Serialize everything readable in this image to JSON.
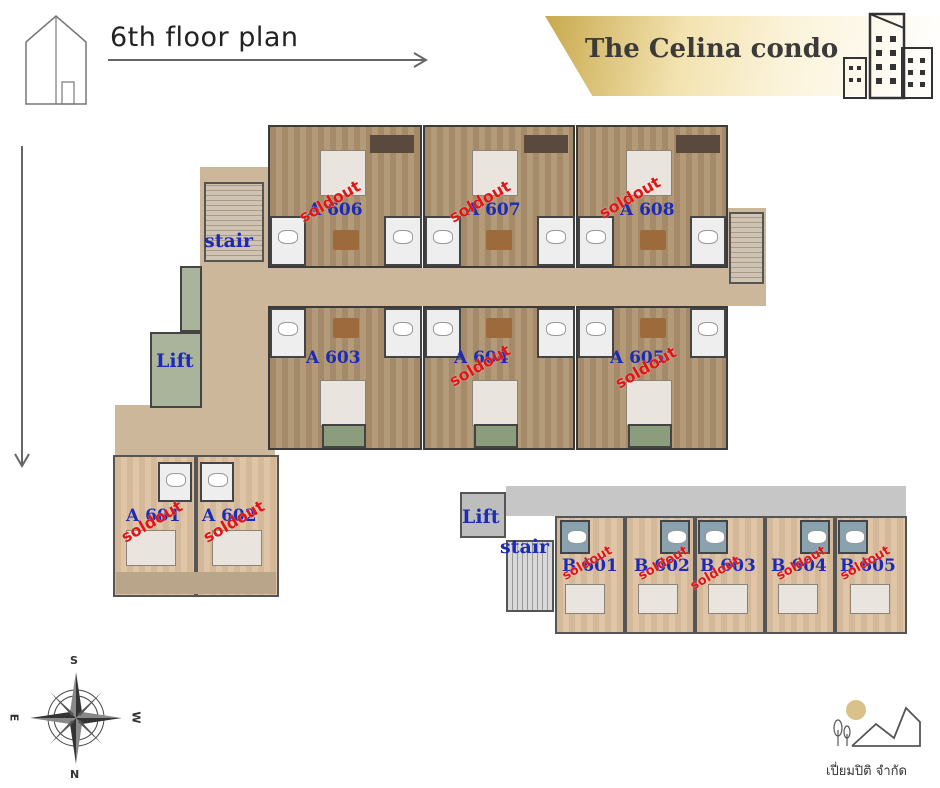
{
  "header": {
    "title": "6th floor plan",
    "brand": "The Celina condo"
  },
  "block_a": {
    "units_top": [
      {
        "label": "A 606",
        "status": "soldout"
      },
      {
        "label": "A 607",
        "status": "soldout"
      },
      {
        "label": "A 608",
        "status": "soldout"
      }
    ],
    "units_middle": [
      {
        "label": "A 603",
        "status": ""
      },
      {
        "label": "A 604",
        "status": "soldout"
      },
      {
        "label": "A 605",
        "status": "soldout"
      }
    ],
    "units_left": [
      {
        "label": "A 601",
        "status": "soldout"
      },
      {
        "label": "A 602",
        "status": "soldout"
      }
    ],
    "stair_label": "stair",
    "lift_label": "Lift"
  },
  "block_b": {
    "units": [
      {
        "label": "B 601",
        "status": "soldout"
      },
      {
        "label": "B 602",
        "status": "soldout"
      },
      {
        "label": "B 603",
        "status": "soldout"
      },
      {
        "label": "B 604",
        "status": "soldout"
      },
      {
        "label": "B 605",
        "status": "soldout"
      }
    ],
    "lift_label": "Lift",
    "stair_label": "stair"
  },
  "compass": {
    "top": "S",
    "bottom": "N",
    "left": "E",
    "right": "W"
  },
  "footer": {
    "company": "เปี่ยมปิติ จำกัด"
  },
  "colors": {
    "label_blue": "#1b2bb5",
    "soldout_red": "#e01515",
    "brand_gold": "#c9a94e"
  }
}
